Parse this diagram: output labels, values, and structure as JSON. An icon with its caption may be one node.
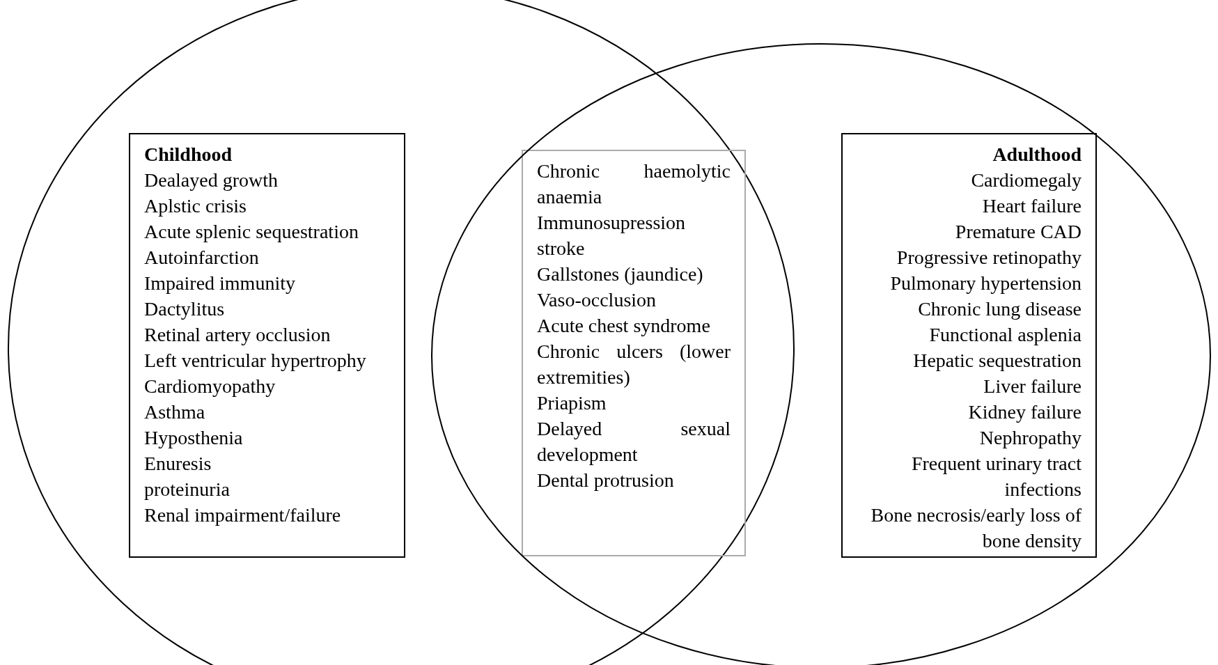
{
  "diagram": {
    "nodes": [
      {
        "text": [],
        "shape": "circle"
      },
      {
        "text": [
          "Childhood",
          "Dealayed growth",
          "Aplstic crisis",
          "Acute splenic sequestration",
          "Autoinfarction",
          "Impaired immunity",
          "Dactylitus",
          "Retinal artery occlusion",
          "Left ventricular hypertrophy",
          "Cardiomyopathy",
          "Asthma",
          "Hyposthenia",
          "Enuresis",
          "proteinuria",
          "Renal impairment/failure"
        ],
        "in": 0
      },
      {
        "text": [
          "Chronic haemolytic anaemia",
          "Immunosupression",
          "stroke",
          "Gallstones (jaundice)",
          "Vaso-occlusion",
          "Acute chest syndrome",
          "Chronic ulcers (lower extremities)",
          "Priapism",
          "Delayed sexual development",
          "Dental protrusion"
        ]
      },
      {
        "text": [],
        "shape": "circle"
      },
      {
        "text": [
          "Adulthood",
          "Cardiomegaly",
          "Heart failure",
          "Premature CAD",
          "Progressive retinopathy",
          "Pulmonary hypertension",
          "Chronic lung disease",
          "Functional asplenia",
          "Hepatic sequestration",
          "Liver failure",
          "Kidney failure",
          "Nephropathy",
          "Frequent urinary tract infections",
          "Bone necrosis/early loss of bone density"
        ],
        "in": 3
      }
    ],
    "edges": []
  }
}
